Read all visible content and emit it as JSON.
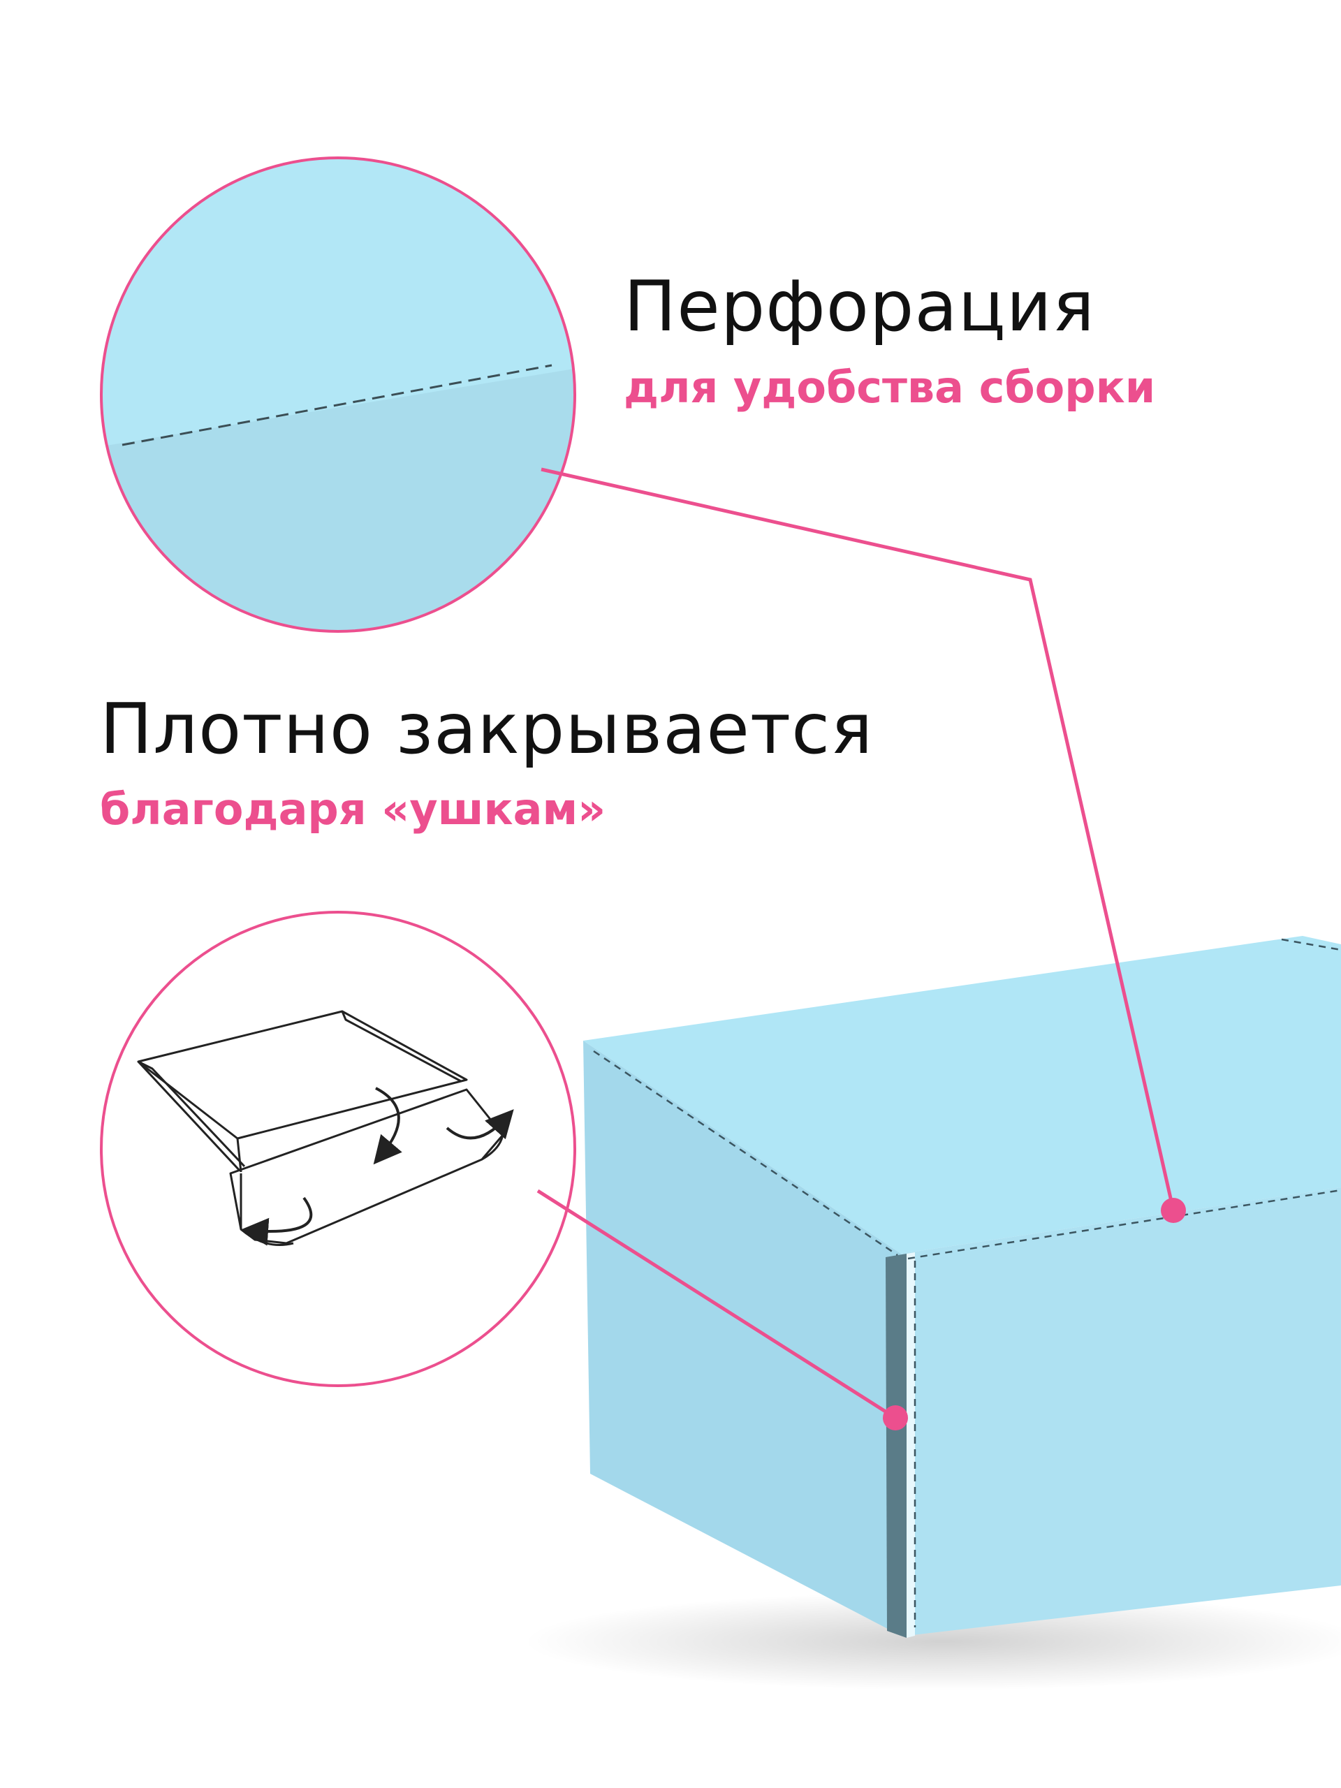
{
  "colors": {
    "accent": "#ec4f8e",
    "box_top": "#b0e6f6",
    "box_front": "#aee1f2",
    "box_side": "#9fd3e6",
    "text": "#111111"
  },
  "perforation": {
    "title": "Перфорация",
    "subtitle": "для удобства сборки"
  },
  "closure": {
    "title": "Плотно закрывается",
    "subtitle": "благодаря «ушкам»"
  }
}
